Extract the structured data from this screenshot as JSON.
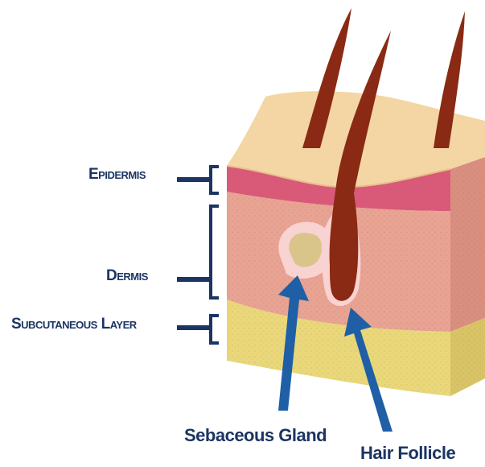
{
  "labels": {
    "epidermis": "Epidermis",
    "dermis": "Dermis",
    "subcutaneous": "Subcutaneous Layer",
    "sebaceous_gland": "Sebaceous Gland",
    "hair_follicle": "Hair Follicle"
  },
  "colors": {
    "label_navy": "#1b3463",
    "arrow_blue": "#1f5fa6",
    "epidermis_top": "#f3d6a4",
    "epidermis_pink": "#d85a78",
    "dermis": "#e8a393",
    "subcutaneous": "#e9d77a",
    "hair": "#8a2a14"
  }
}
